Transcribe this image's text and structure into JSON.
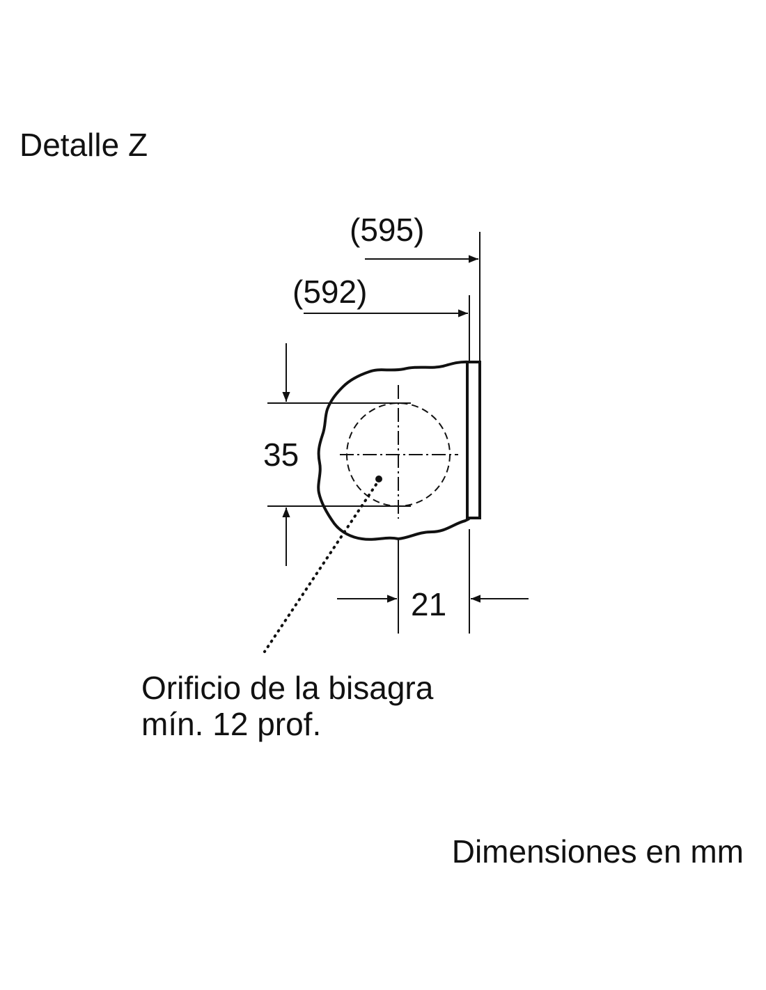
{
  "title": "Detalle Z",
  "units_note": "Dimensiones en mm",
  "dimensions": {
    "outer_width": "(595)",
    "inner_width": "(592)",
    "hinge_spacing": "35",
    "edge_offset": "21"
  },
  "hinge_note": {
    "line1": "Orificio de la bisagra",
    "line2": "mín. 12 prof."
  },
  "colors": {
    "ink": "#111111",
    "background": "#ffffff"
  }
}
